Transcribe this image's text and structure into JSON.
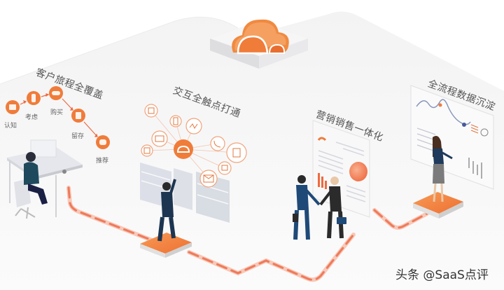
{
  "diagram": {
    "center_icon": "cloud-icon",
    "sections": [
      {
        "id": "customer-journey",
        "title": "客户旅程全覆盖",
        "steps": [
          {
            "label": "认知",
            "icon": "person-desk-icon"
          },
          {
            "label": "考虑",
            "icon": "person-thinking-icon"
          },
          {
            "label": "购买",
            "icon": "handshake-icon"
          },
          {
            "label": "留存",
            "icon": "person-door-icon"
          },
          {
            "label": "推荐",
            "icon": "referral-icon"
          }
        ]
      },
      {
        "id": "touchpoints",
        "title": "交互全触点打通",
        "hub_icon": "cloud-hub-icon",
        "touchpoint_icons": [
          "app-icon",
          "monitor-icon",
          "tablet-icon",
          "mobile-icon",
          "wave-icon",
          "phone-icon",
          "facebook-icon",
          "chat-icon",
          "mail-icon"
        ]
      },
      {
        "id": "marketing-sales",
        "title": "营销销售一体化"
      },
      {
        "id": "data-sediment",
        "title": "全流程数据沉淀"
      }
    ],
    "colors": {
      "accent": "#F07C3A",
      "accent_dark": "#E0602A",
      "path": "#F2A08A",
      "platform": "#F5F5F6",
      "panel": "#D8DCE4",
      "text": "#555555"
    }
  },
  "watermark": "头条 @SaaS点评"
}
